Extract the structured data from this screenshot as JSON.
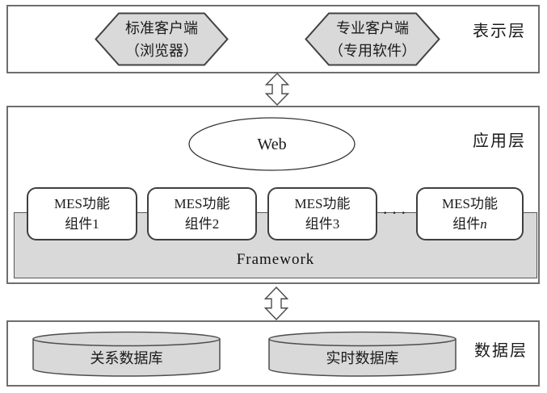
{
  "diagram": {
    "layers": {
      "presentation": {
        "label": "表示层",
        "clients": [
          {
            "line1": "标准客户端",
            "line2": "（浏览器）"
          },
          {
            "line1": "专业客户端",
            "line2": "（专用软件）"
          }
        ]
      },
      "application": {
        "label": "应用层",
        "web_label": "Web",
        "components": [
          {
            "line1": "MES功能",
            "line2": "组件1",
            "suffix": ""
          },
          {
            "line1": "MES功能",
            "line2": "组件2",
            "suffix": ""
          },
          {
            "line1": "MES功能",
            "line2": "组件3",
            "suffix": ""
          },
          {
            "line1": "MES功能",
            "line2": "组件",
            "suffix": "n"
          }
        ],
        "ellipsis": "···",
        "framework_label": "Framework"
      },
      "data": {
        "label": "数据层",
        "databases": [
          {
            "name": "关系数据库"
          },
          {
            "name": "实时数据库"
          }
        ]
      }
    },
    "colors": {
      "shape_fill": "#d9d9d9",
      "shape_border": "#4d4d4d",
      "layer_border": "#6e6e6e",
      "background": "#ffffff",
      "text": "#1a1a1a"
    }
  }
}
